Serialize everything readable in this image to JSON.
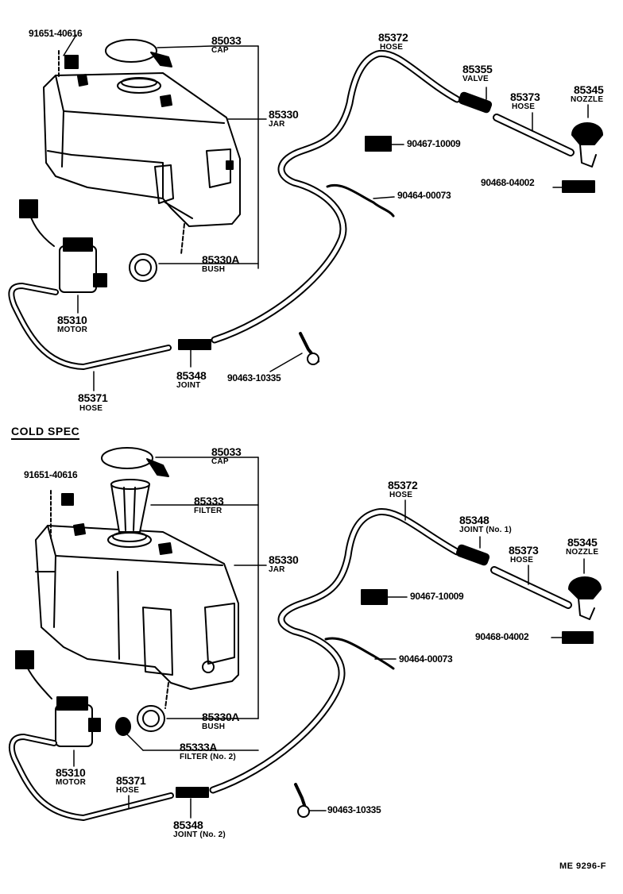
{
  "top": {
    "callouts": [
      {
        "id": "screw",
        "part": "91651-40616"
      },
      {
        "id": "cap",
        "part": "85033",
        "name": "CAP"
      },
      {
        "id": "jar",
        "part": "85330",
        "name": "JAR"
      },
      {
        "id": "bush",
        "part": "85330A",
        "name": "BUSH"
      },
      {
        "id": "motor",
        "part": "85310",
        "name": "MOTOR"
      },
      {
        "id": "hose_low",
        "part": "85371",
        "name": "HOSE"
      },
      {
        "id": "joint",
        "part": "85348",
        "name": "JOINT"
      },
      {
        "id": "clip",
        "part": "90463-10335"
      },
      {
        "id": "hose_up",
        "part": "85372",
        "name": "HOSE"
      },
      {
        "id": "valve",
        "part": "85355",
        "name": "VALVE"
      },
      {
        "id": "hose_short",
        "part": "85373",
        "name": "HOSE"
      },
      {
        "id": "nozzle",
        "part": "85345",
        "name": "NOZZLE"
      },
      {
        "id": "clamp1",
        "part": "90467-10009"
      },
      {
        "id": "clamp2",
        "part": "90468-04002"
      },
      {
        "id": "clamp3",
        "part": "90464-00073"
      }
    ]
  },
  "bottom": {
    "section_title": "COLD SPEC",
    "callouts": [
      {
        "id": "cap",
        "part": "85033",
        "name": "CAP"
      },
      {
        "id": "screw",
        "part": "91651-40616"
      },
      {
        "id": "filter",
        "part": "85333",
        "name": "FILTER"
      },
      {
        "id": "jar",
        "part": "85330",
        "name": "JAR"
      },
      {
        "id": "bush",
        "part": "85330A",
        "name": "BUSH"
      },
      {
        "id": "filter2",
        "part": "85333A",
        "name": "FILTER (No. 2)"
      },
      {
        "id": "motor",
        "part": "85310",
        "name": "MOTOR"
      },
      {
        "id": "hose_low",
        "part": "85371",
        "name": "HOSE"
      },
      {
        "id": "joint2",
        "part": "85348",
        "name": "JOINT (No. 2)"
      },
      {
        "id": "clip",
        "part": "90463-10335"
      },
      {
        "id": "hose_up",
        "part": "85372",
        "name": "HOSE"
      },
      {
        "id": "joint1",
        "part": "85348",
        "name": "JOINT (No. 1)"
      },
      {
        "id": "hose_short",
        "part": "85373",
        "name": "HOSE"
      },
      {
        "id": "nozzle",
        "part": "85345",
        "name": "NOZZLE"
      },
      {
        "id": "clamp1",
        "part": "90467-10009"
      },
      {
        "id": "clamp2",
        "part": "90468-04002"
      },
      {
        "id": "clamp3",
        "part": "90464-00073"
      }
    ]
  },
  "footer": {
    "ref": "ME 9296-F"
  }
}
